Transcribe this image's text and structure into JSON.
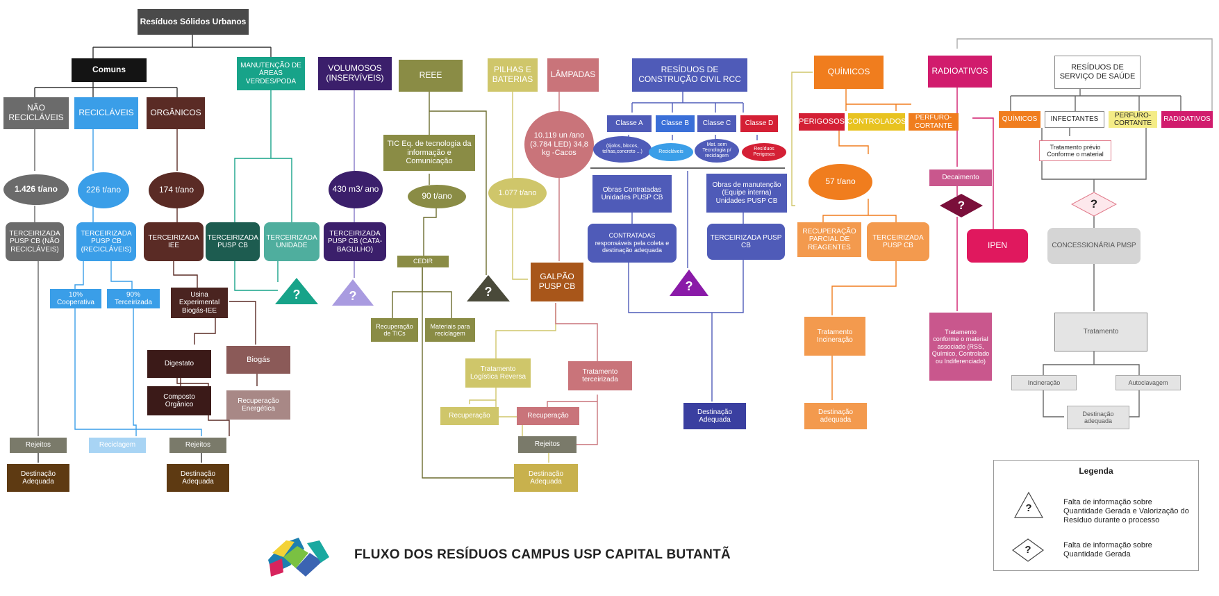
{
  "title": "FLUXO DOS RESÍDUOS CAMPUS USP CAPITAL BUTANTÃ",
  "legend": {
    "title": "Legenda",
    "triangle_text": "Falta de informação sobre Quantidade Gerada e Valorização do Resíduo durante o processo",
    "diamond_text": "Falta de informação sobre Quantidade Gerada"
  },
  "colors": {
    "dark_gray": "#4a4a4a",
    "black": "#141414",
    "teal": "#17a389",
    "purple": "#3b1f6b",
    "olive": "#8a8c45",
    "khaki": "#cfc66a",
    "rose": "#c9747a",
    "slate_blue": "#4f5bb8",
    "blue": "#3a9ee8",
    "brown": "#5a2b25",
    "orange": "#f07d1e",
    "red": "#d42035",
    "magenta": "#d11c6d",
    "light_gray": "#e4e4e4"
  },
  "nodes": {
    "rsu": "Resíduos Sólidos Urbanos",
    "comuns": "Comuns",
    "manut": "MANUTENÇÃO DE ÁREAS VERDES/PODA",
    "nrec": "NÃO RECICLÁVEIS",
    "rec": "RECICLÁVEIS",
    "org": "ORGÂNICOS",
    "nrec_q": "1.426 t/ano",
    "rec_q": "226 t/ano",
    "org_q": "174 t/ano",
    "nrec_t": "TERCEIRIZADA PUSP CB (NÃO RECICLÁVEIS)",
    "rec_t": "TERCEIRIZADA PUSP CB (RECICLÁVEIS)",
    "org_t": "TERCEIRIZADA IEE",
    "manut_t1": "TERCEIRIZADA PUSP CB",
    "manut_t2": "TERCEIRIZADA UNIDADE",
    "coop": "10% Cooperativa",
    "terc90": "90% Terceirizada",
    "usina": "Usina Experimental Biogás-IEE",
    "digest": "Digestato",
    "biogas": "Biogás",
    "composto": "Composto Orgânico",
    "recup_en": "Recuperação Energética",
    "rejeitos1": "Rejeitos",
    "reciclagem": "Reciclagem",
    "rejeitos2": "Rejeitos",
    "dest1": "Destinação Adequada",
    "dest2": "Destinação Adequada",
    "volum": "VOLUMOSOS (INSERVÍVEIS)",
    "volum_q": "430 m3/ ano",
    "volum_t": "TERCEIRIZADA PUSP CB (CATA-BAGULHO)",
    "reee": "REEE",
    "tic": "TIC Eq. de tecnologia da informação e Comunicação",
    "tic_q": "90 t/ano",
    "cedir": "CEDIR",
    "recup_tic": "Recuperação de TICs",
    "mat_recic": "Materiais para reciclagem",
    "pilhas": "PILHAS E BATERIAS",
    "pilhas_q": "1.077 t/ano",
    "lamp": "LÂMPADAS",
    "lamp_q": "10.119 un /ano (3.784 LED) 34,8 kg -Cacos",
    "galpao": "GALPÃO PUSP CB",
    "trat_log": "Tratamento Logística Reversa",
    "trat_terc": "Tratamento terceirizada",
    "recup_a": "Recuperação",
    "recup_b": "Recuperação",
    "rejeitos3": "Rejeitos",
    "dest3": "Destinação Adequada",
    "rcc": "RESÍDUOS DE CONSTRUÇÃO CIVIL RCC",
    "classeA": "Classe A",
    "classeB": "Classe B",
    "classeC": "Classe C",
    "classeD": "Classe D",
    "classeA_d": "(tijolos, blocos, telhas,concreto ...)",
    "classeB_d": "Recicláveis",
    "classeC_d": "Mat. sem Tecnologia p/ reciclagem",
    "classeD_d": "Resíduos Perigosos",
    "obras_c": "Obras Contratadas Unidades PUSP CB",
    "obras_m": "Obras de manutenção (Equipe interna) Unidades PUSP CB",
    "contrat": "CONTRATADAS responsáveis pela coleta e destinação adequada",
    "rcc_t": "TERCEIRIZADA PUSP CB",
    "dest4": "Destinação Adequada",
    "quim": "QUÍMICOS",
    "perig": "PERIGOSOS",
    "contr": "CONTROLADOS",
    "perfuro": "PERFURO-CORTANTE",
    "quim_q": "57 t/ano",
    "recup_reag": "RECUPERAÇÃO PARCIAL DE REAGENTES",
    "quim_t": "TERCEIRIZADA PUSP CB",
    "incin": "Tratamento Incineração",
    "dest5": "Destinação adequada",
    "radio": "RADIOATIVOS",
    "decai": "Decaimento",
    "ipen": "IPEN",
    "trat_conf": "Tratamento conforme o material associado (RSS, Químico, Controlado ou Indiferenciado)",
    "rss": "RESÍDUOS DE SERVIÇO DE SAÚDE",
    "rss_quim": "QUÍMICOS",
    "rss_inf": "INFECTANTES",
    "rss_perf": "PERFURO-CORTANTE",
    "rss_rad": "RADIOATIVOS",
    "trat_prev": "Tratamento prévio Conforme o material",
    "concess": "CONCESSIONÁRIA PMSP",
    "tratamento": "Tratamento",
    "incineracao": "Incineração",
    "autoclav": "Autoclavagem",
    "dest6": "Destinação adequada"
  },
  "qmark": "?"
}
